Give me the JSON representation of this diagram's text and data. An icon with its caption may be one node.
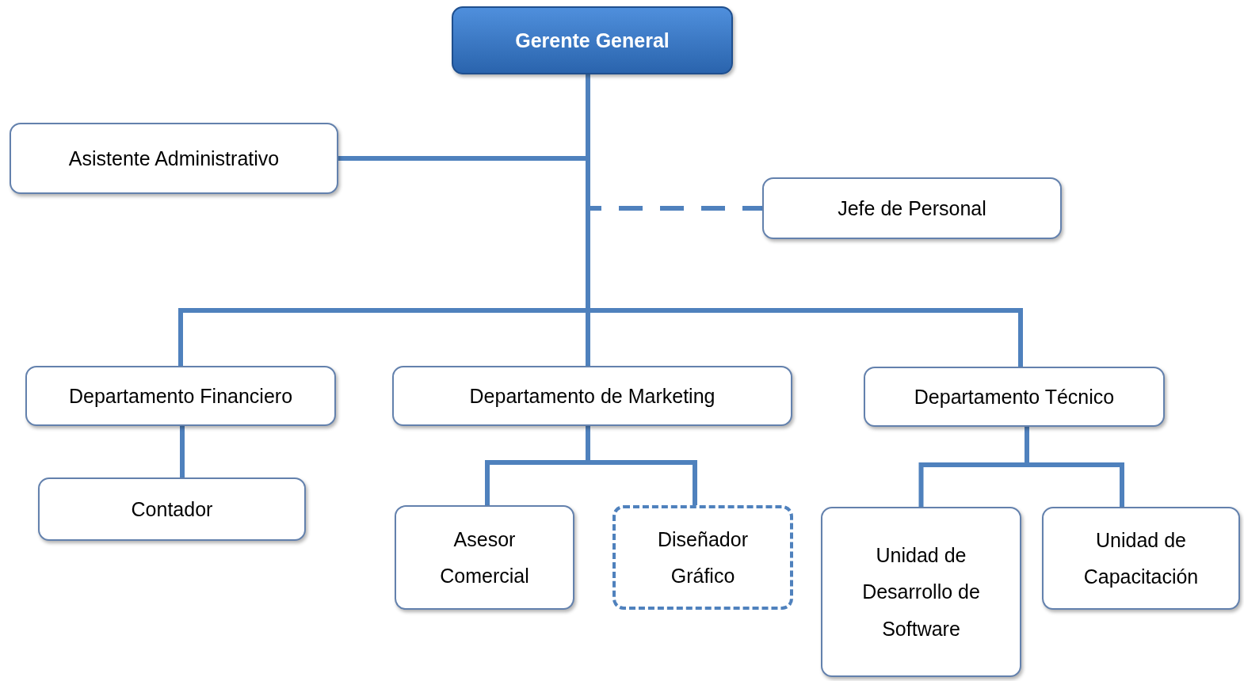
{
  "diagram": {
    "nodes": [
      {
        "text": [
          "Gerente General"
        ]
      },
      {
        "text": [
          "Asistente Administrativo"
        ]
      },
      {
        "text": [
          "Jefe de Personal"
        ]
      },
      {
        "text": [
          "Departamento Financiero"
        ]
      },
      {
        "text": [
          "Departamento de Marketing"
        ]
      },
      {
        "text": [
          "Departamento Técnico"
        ]
      },
      {
        "text": [
          "Contador"
        ]
      },
      {
        "text": [
          "Asesor Comercial"
        ]
      },
      {
        "text": [
          "Diseñador Gráfico"
        ]
      },
      {
        "text": [
          "Unidad de Desarrollo de Software"
        ]
      },
      {
        "text": [
          "Unidad de Capacitación"
        ]
      }
    ],
    "edges": [
      {
        "from": 0,
        "to": 1,
        "arrow": "none"
      },
      {
        "from": 0,
        "to": 2,
        "arrow": "none",
        "style": "dashed"
      },
      {
        "from": 0,
        "to": 3,
        "arrow": "none"
      },
      {
        "from": 0,
        "to": 4,
        "arrow": "none"
      },
      {
        "from": 0,
        "to": 5,
        "arrow": "none"
      },
      {
        "from": 3,
        "to": 6,
        "arrow": "none"
      },
      {
        "from": 4,
        "to": 7,
        "arrow": "none"
      },
      {
        "from": 4,
        "to": 8,
        "arrow": "none"
      },
      {
        "from": 5,
        "to": 9,
        "arrow": "none"
      },
      {
        "from": 5,
        "to": 10,
        "arrow": "none"
      }
    ]
  }
}
